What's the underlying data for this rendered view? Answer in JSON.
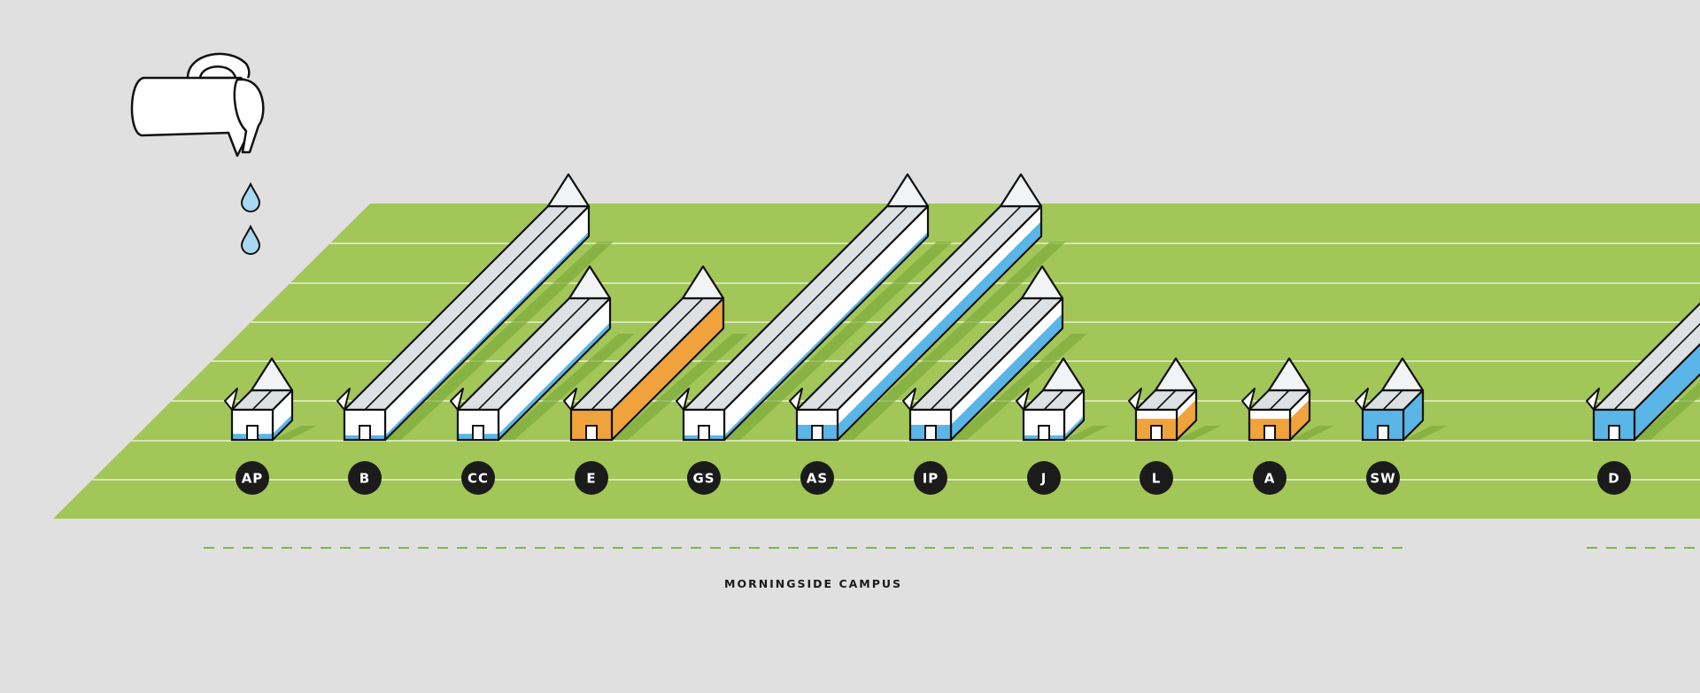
{
  "campus": {
    "label": "MORNINGSIDE CAMPUS"
  },
  "colors": {
    "background": "#e0e0e0",
    "field": "#a2c657",
    "field_shadow": "#7fa93c",
    "water_blue": "#5ab6e6",
    "orange": "#f0a33c",
    "outline": "#111111",
    "badge": "#1b1b1b",
    "dash_line": "#7fb848",
    "drop": "#a8d8f2"
  },
  "icons": {
    "pitcher": "pitcher-icon",
    "drop": "water-drop-icon"
  },
  "buildings": [
    {
      "code": "AP",
      "length": 0,
      "fill_color": "blue",
      "fill_level": 0.2
    },
    {
      "code": "B",
      "length": 4,
      "fill_color": "blue",
      "fill_level": 0.15
    },
    {
      "code": "CC",
      "length": 2,
      "fill_color": "blue",
      "fill_level": 0.2
    },
    {
      "code": "E",
      "length": 2,
      "fill_color": "orange",
      "fill_level": 1.0
    },
    {
      "code": "GS",
      "length": 4,
      "fill_color": "blue",
      "fill_level": 0.15
    },
    {
      "code": "AS",
      "length": 4,
      "fill_color": "blue",
      "fill_level": 0.5
    },
    {
      "code": "IP",
      "length": 2,
      "fill_color": "blue",
      "fill_level": 0.5
    },
    {
      "code": "J",
      "length": 0,
      "fill_color": "blue",
      "fill_level": 0.15
    },
    {
      "code": "L",
      "length": 0,
      "fill_color": "orange",
      "fill_level": 0.7
    },
    {
      "code": "A",
      "length": 0,
      "fill_color": "orange",
      "fill_level": 0.7
    },
    {
      "code": "SW",
      "length": 0,
      "fill_color": "blue",
      "fill_level": 1.0
    },
    {
      "code": "D",
      "length": 2,
      "fill_color": "blue",
      "fill_level": 1.0
    }
  ]
}
